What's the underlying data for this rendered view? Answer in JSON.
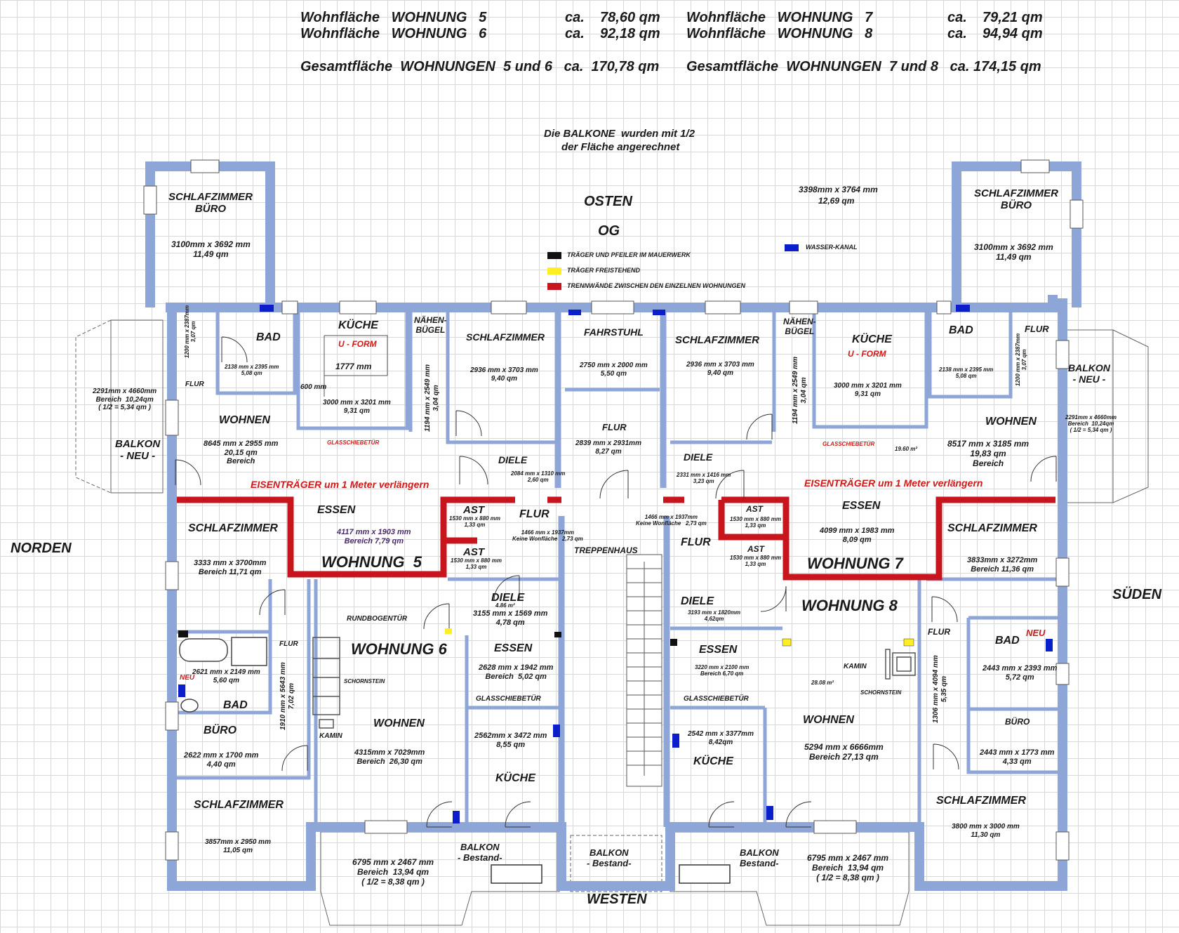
{
  "colors": {
    "wall": "#8ea5d8",
    "wall_dark": "#5c6f9c",
    "partition": "#c8141c",
    "beam_black": "#111111",
    "beam_yellow": "#ffee22",
    "water": "#0a1ecc"
  },
  "summary": {
    "w5_label": "Wohnfläche   WOHNUNG   5",
    "w5_area": "ca.    78,60 qm",
    "w6_label": "Wohnfläche   WOHNUNG   6",
    "w6_area": "ca.    92,18 qm",
    "w7_label": "Wohnfläche   WOHNUNG   7",
    "w7_area": "ca.    79,21 qm",
    "w8_label": "Wohnfläche   WOHNUNG   8",
    "w8_area": "ca.    94,94 qm",
    "total_56": "Gesamtfläche  WOHNUNGEN  5 und 6   ca.  170,78 qm",
    "total_78": "Gesamtfläche  WOHNUNGEN  7 und 8   ca. 174,15 qm"
  },
  "note": {
    "line1": "Die BALKONE  wurden mit 1/2",
    "line2": "der Fläche angerechnet"
  },
  "compass": {
    "osten": "OSTEN",
    "og": "OG",
    "norden": "NORDEN",
    "sueden": "SÜDEN",
    "westen": "WESTEN"
  },
  "legend": {
    "black": "TRÄGER UND PFEILER IM MAUERWERK",
    "yellow": "TRÄGER FREISTEHEND",
    "red": "TRENNWÄNDE ZWISCHEN DEN EINZELNEN WOHNUNGEN",
    "blue": "WASSER-KANAL"
  },
  "top_right_dim": {
    "line1": "3398mm x 3764 mm",
    "line2": "12,69 qm"
  },
  "rooms": {
    "nw_schlaf": {
      "name": "SCHLAFZIMMER\nBÜRO",
      "dim": "3100mm x 3692 mm\n11,49 qm"
    },
    "ne_schlaf": {
      "name": "SCHLAFZIMMER\nBÜRO",
      "dim": "3100mm x 3692 mm\n11,49 qm"
    },
    "bad_w": {
      "name": "BAD",
      "dim": "2138 mm x 2395 mm\n5,08 qm"
    },
    "bad_e": {
      "name": "BAD",
      "dim": "2138 mm x 2395 mm\n5,08 qm"
    },
    "flur_w": {
      "name": "FLUR",
      "dim": "1200 mm x 2387mm\n3,07 qm"
    },
    "flur_e": {
      "name": "FLUR",
      "dim": "1200 mm x 2387mm\n3,07 qm"
    },
    "kueche_w": {
      "name": "KÜCHE",
      "form": "U - FORM",
      "len": "1777 mm",
      "dim": "3000 mm x 3201 mm\n9,31 qm",
      "side": "600 mm"
    },
    "kueche_e": {
      "name": "KÜCHE",
      "form": "U - FORM",
      "dim": "3000 mm x 3201 mm\n9,31 qm"
    },
    "naehen_w": {
      "name": "NÄHEN-\nBÜGEL",
      "dim": "1194 mm x 2549 mm\n3,04 qm"
    },
    "naehen_e": {
      "name": "NÄHEN-\nBÜGEL",
      "dim": "1194 mm x 2549 mm\n3,04 qm"
    },
    "schlaf_w_top": {
      "name": "SCHLAFZIMMER",
      "dim": "2936 mm x 3703 mm\n9,40 qm"
    },
    "schlaf_e_top": {
      "name": "SCHLAFZIMMER",
      "dim": "2936 mm x 3703 mm\n9,40 qm"
    },
    "fahrstuhl": {
      "name": "FAHRSTUHL",
      "dim": "2750 mm x 2000 mm\n5,50 qm"
    },
    "flur_mid": {
      "name": "FLUR",
      "dim": "2839 mm x 2931mm\n8,27 qm"
    },
    "wohnen_w5": {
      "name": "WOHNEN",
      "dim": "8645 mm x 2955 mm\n20,15 qm\nBereich"
    },
    "wohnen_w7": {
      "name": "WOHNEN",
      "dim": "8517 mm x 3185 mm\n19,83 qm\nBereich",
      "extra": "19.60 m²"
    },
    "diele_w5": {
      "name": "DIELE",
      "dim": "2084 mm x 1310 mm\n2,60 qm"
    },
    "diele_w7": {
      "name": "DIELE",
      "dim": "2331 mm x 1416 mm\n3,23 qm"
    },
    "balkon_nw": {
      "name": "BALKON\n- NEU -",
      "dim": "2291mm x 4660mm\nBereich  10,24qm\n( 1/2 = 5,34 qm )"
    },
    "balkon_se": {
      "name": "BALKON\n- NEU -",
      "dim": "2291mm x 4660mm\nBereich  10,24qm\n( 1/2 = 5,34 qm )"
    },
    "essen_w5": {
      "name": "ESSEN",
      "dim": "4117 mm x 1903 mm\nBereich 7,79 qm"
    },
    "essen_w7": {
      "name": "ESSEN",
      "dim": "4099 mm x 1983 mm\n8,09 qm"
    },
    "ast_1": {
      "name": "AST",
      "dim": "1530 mm x 880 mm\n1,33 qm"
    },
    "ast_2": {
      "name": "AST",
      "dim": "1530 mm x 880 mm\n1,33 qm"
    },
    "ast_3": {
      "name": "AST",
      "dim": "1530 mm x 880 mm\n1,33 qm"
    },
    "ast_4": {
      "name": "AST",
      "dim": "1530 mm x 880 mm\n1,33 qm"
    },
    "flur_c1": {
      "name": "FLUR",
      "dim": "1466 mm x 1937mm\nKeine Wonfläche   2,73 qm"
    },
    "flur_c2": {
      "name": "FLUR",
      "dim": "1466 mm x 1937mm\nKeine Wonfläche   2,73 qm"
    },
    "treppenhaus": {
      "name": "TREPPENHAUS"
    },
    "schlaf_w5": {
      "name": "SCHLAFZIMMER",
      "dim": "3333 mm x 3700mm\nBereich 11,71 qm"
    },
    "schlaf_w7": {
      "name": "SCHLAFZIMMER",
      "dim": "3833mm x 3272mm\nBereich 11,36 qm"
    },
    "bad_w6": {
      "name": "BAD",
      "dim": "2621 mm x 2149 mm\n5,60 qm",
      "neu": "NEU"
    },
    "flur_w6": {
      "name": "FLUR",
      "dim": "1910 mm x 5643 mm\n7,02 qm"
    },
    "buero_w6": {
      "name": "BÜRO",
      "dim": "2622 mm x 1700 mm\n4,40 qm"
    },
    "schlaf_w6": {
      "name": "SCHLAFZIMMER",
      "dim": "3857mm x 2950 mm\n11,05 qm"
    },
    "diele_w6": {
      "name": "DIELE",
      "dim": "3155 mm x 1569 mm\n4,78 qm",
      "extra": "4.86 m²"
    },
    "essen_w6": {
      "name": "ESSEN",
      "dim": "2628 mm x 1942 mm\nBereich  5,02 qm"
    },
    "kueche_w6": {
      "name": "KÜCHE",
      "dim": "2562mm x 3472 mm\n8,55 qm"
    },
    "wohnen_w6": {
      "name": "WOHNEN",
      "dim": "4315mm x 7029mm\nBereich  26,30 qm"
    },
    "rundbogen": "RUNDBOGENTÜR",
    "schornstein_w6": "SCHORNSTEIN",
    "kamin_w6": "KAMIN",
    "glass_w6": "GLASSCHIEBETÜR",
    "diele_w8": {
      "name": "DIELE",
      "dim": "3193 mm x 1820mm\n4,62qm"
    },
    "essen_w8": {
      "name": "ESSEN",
      "dim": "3220 mm x 2100 mm\nBereich 6,70 qm"
    },
    "glass_w8": "GLASSCHIEBETÜR",
    "kueche_w8": {
      "name": "KÜCHE",
      "dim": "2542 mm x 3377mm\n8,42qm"
    },
    "wohnen_w8": {
      "name": "WOHNEN",
      "dim": "5294 mm x 6666mm\nBereich 27,13 qm",
      "extra": "28.08 m²"
    },
    "kamin_w8": "KAMIN",
    "schornstein_w8": "SCHORNSTEIN",
    "flur_w8": {
      "name": "FLUR",
      "dim": "1306 mm x 4094 mm\n5,35 qm"
    },
    "bad_w8": {
      "name": "BAD",
      "dim": "2443 mm x 2393 mm\n5,72 qm",
      "neu": "NEU"
    },
    "buero_w8": {
      "name": "BÜRO",
      "dim": "2443 mm x 1773 mm\n4,33 qm"
    },
    "schlaf_w8": {
      "name": "SCHLAFZIMMER",
      "dim": "3800 mm x 3000 mm\n11,30 qm"
    },
    "balkon_w_sw": {
      "name": "BALKON\n- Bestand-",
      "dim": "6795 mm x 2467 mm\nBereich  13,94 qm\n( 1/2 = 8,38 qm )"
    },
    "balkon_mid": {
      "name": "BALKON\n- Bestand-"
    },
    "balkon_w_se": {
      "name": "BALKON\nBestand-",
      "dim": "6795 mm x 2467 mm\nBereich  13,94 qm\n( 1/2 = 8,38 qm )"
    }
  },
  "glass_w5": "GLASSCHIEBETÜR",
  "glass_w7": "GLASSCHIEBETÜR",
  "eisentraeger_w": "EISENTRÄGER um 1 Meter verlängern",
  "eisentraeger_e": "EISENTRÄGER um 1 Meter verlängern",
  "units": {
    "w5": "WOHNUNG  5",
    "w6": "WOHNUNG 6",
    "w7": "WOHNUNG 7",
    "w8": "WOHNUNG 8"
  }
}
